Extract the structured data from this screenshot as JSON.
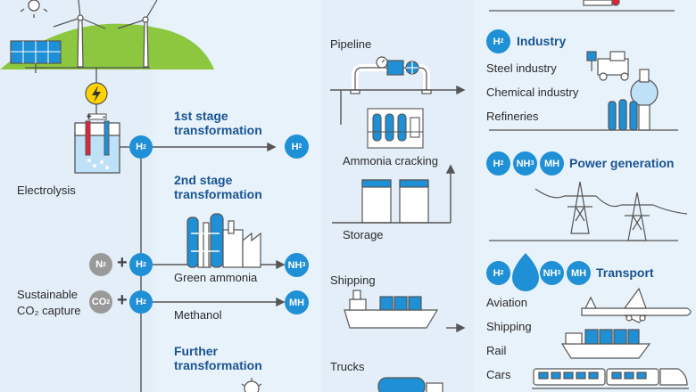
{
  "production": {
    "electrolysis": "Electrolysis",
    "co2_capture_line1": "Sustainable",
    "co2_capture_line2": "CO₂ capture",
    "electrode_plus": "+",
    "electrode_minus": "-"
  },
  "stages": {
    "first_line1": "1st stage",
    "first_line2": "transformation",
    "second_line1": "2nd stage",
    "second_line2": "transformation",
    "green_ammonia": "Green ammonia",
    "methanol": "Methanol",
    "further_line1": "Further",
    "further_line2": "transformation"
  },
  "transport_modes": {
    "pipeline": "Pipeline",
    "ammonia_cracking": "Ammonia cracking",
    "storage": "Storage",
    "shipping": "Shipping",
    "trucks": "Trucks"
  },
  "uses": {
    "industry_title": "Industry",
    "industry_items": [
      "Steel industry",
      "Chemical industry",
      "Refineries"
    ],
    "power_title": "Power generation",
    "transport_title": "Transport",
    "transport_items": [
      "Aviation",
      "Shipping",
      "Rail",
      "Cars"
    ]
  },
  "badges": {
    "h2": "H",
    "h2_sub": "2",
    "nh3": "NH",
    "nh3_sub": "3",
    "mh": "MH",
    "n2": "N",
    "n2_sub": "2",
    "co2": "CO",
    "co2_sub": "2",
    "plus": "+"
  },
  "colors": {
    "accent_blue": "#1f8fd6",
    "title_blue": "#1a5493",
    "hill_green": "#8dc63f",
    "background": "#e7f1f9",
    "line": "#555555",
    "power_yellow": "#ffd200"
  }
}
